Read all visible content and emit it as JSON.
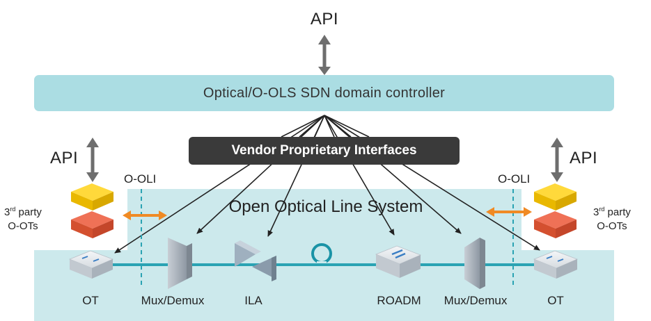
{
  "top_api": {
    "label": "API"
  },
  "controller": {
    "label": "Optical/O-OLS SDN domain controller"
  },
  "vendor_interfaces": {
    "label": "Vendor Proprietary Interfaces"
  },
  "left_api": {
    "label": "API"
  },
  "right_api": {
    "label": "API"
  },
  "left_oli": {
    "label": "O-OLI"
  },
  "right_oli": {
    "label": "O-OLI"
  },
  "ools": {
    "label": "Open Optical Line System"
  },
  "left_party": {
    "ordinal": "3",
    "suffix": "rd",
    "word": "party",
    "line2": "O-OTs"
  },
  "right_party": {
    "ordinal": "3",
    "suffix": "rd",
    "word": "party",
    "line2": "O-OTs"
  },
  "devices": {
    "ot_left": "OT",
    "mux_left": "Mux/Demux",
    "ila": "ILA",
    "roadm": "ROADM",
    "mux_right": "Mux/Demux",
    "ot_right": "OT"
  },
  "colors": {
    "controller_bg": "#abdde3",
    "domain_bg": "#cce9ec",
    "fiber": "#2aa3b3",
    "oli_arrow": "#f08a24",
    "vendor_box": "#3a3a3a",
    "api_arrow": "#6e6e6e",
    "third_party_yellow": "#f7c600",
    "third_party_red": "#e0583a"
  }
}
